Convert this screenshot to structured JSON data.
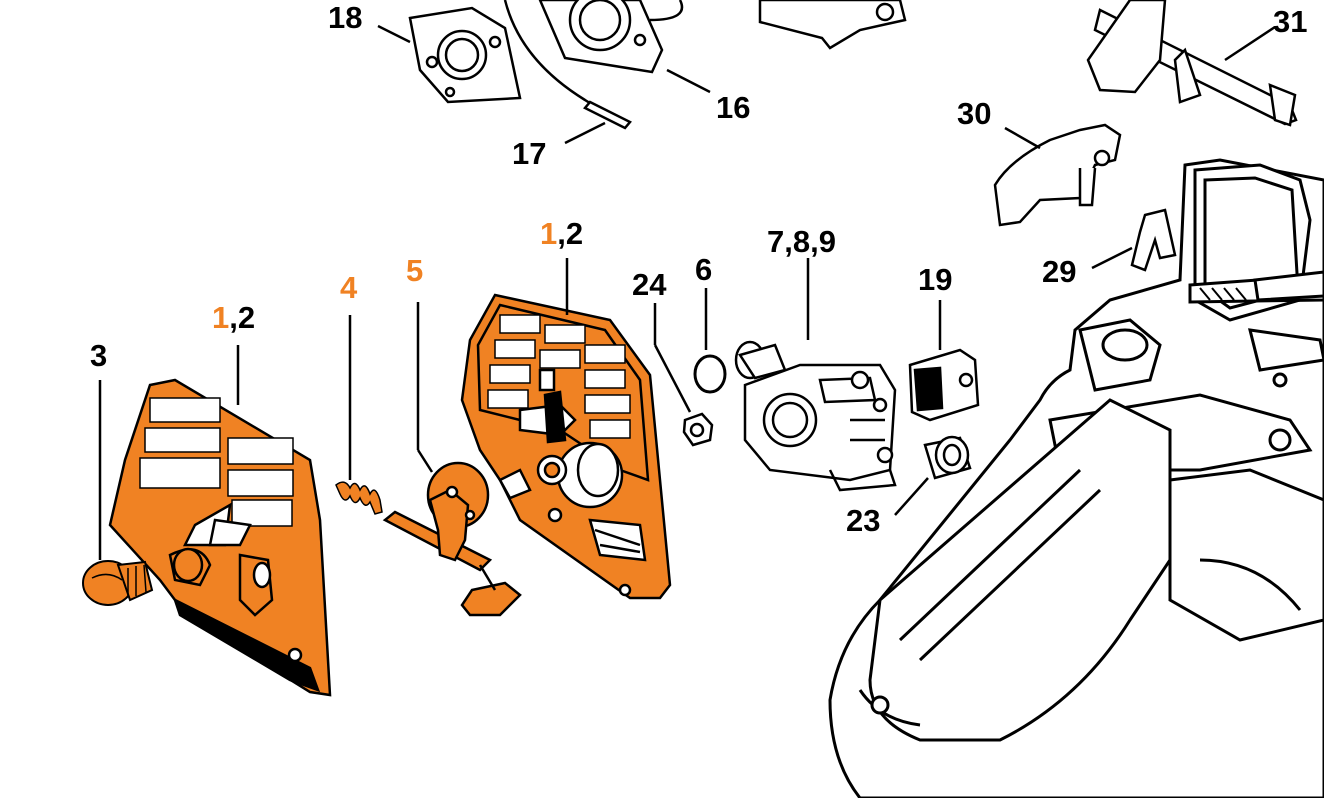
{
  "colors": {
    "highlight": "#F08223",
    "ink": "#000000",
    "background": "#ffffff"
  },
  "callouts": {
    "c18": "18",
    "c16": "16",
    "c17": "17",
    "c31": "31",
    "c30": "30",
    "c29": "29",
    "c1_2_right": {
      "first": "1",
      "rest": ",2"
    },
    "c1_2_left": {
      "first": "1",
      "rest": ",2"
    },
    "c4": "4",
    "c5": "5",
    "c3": "3",
    "c24": "24",
    "c6": "6",
    "c7_8_9": "7,8,9",
    "c19": "19",
    "c23": "23"
  }
}
